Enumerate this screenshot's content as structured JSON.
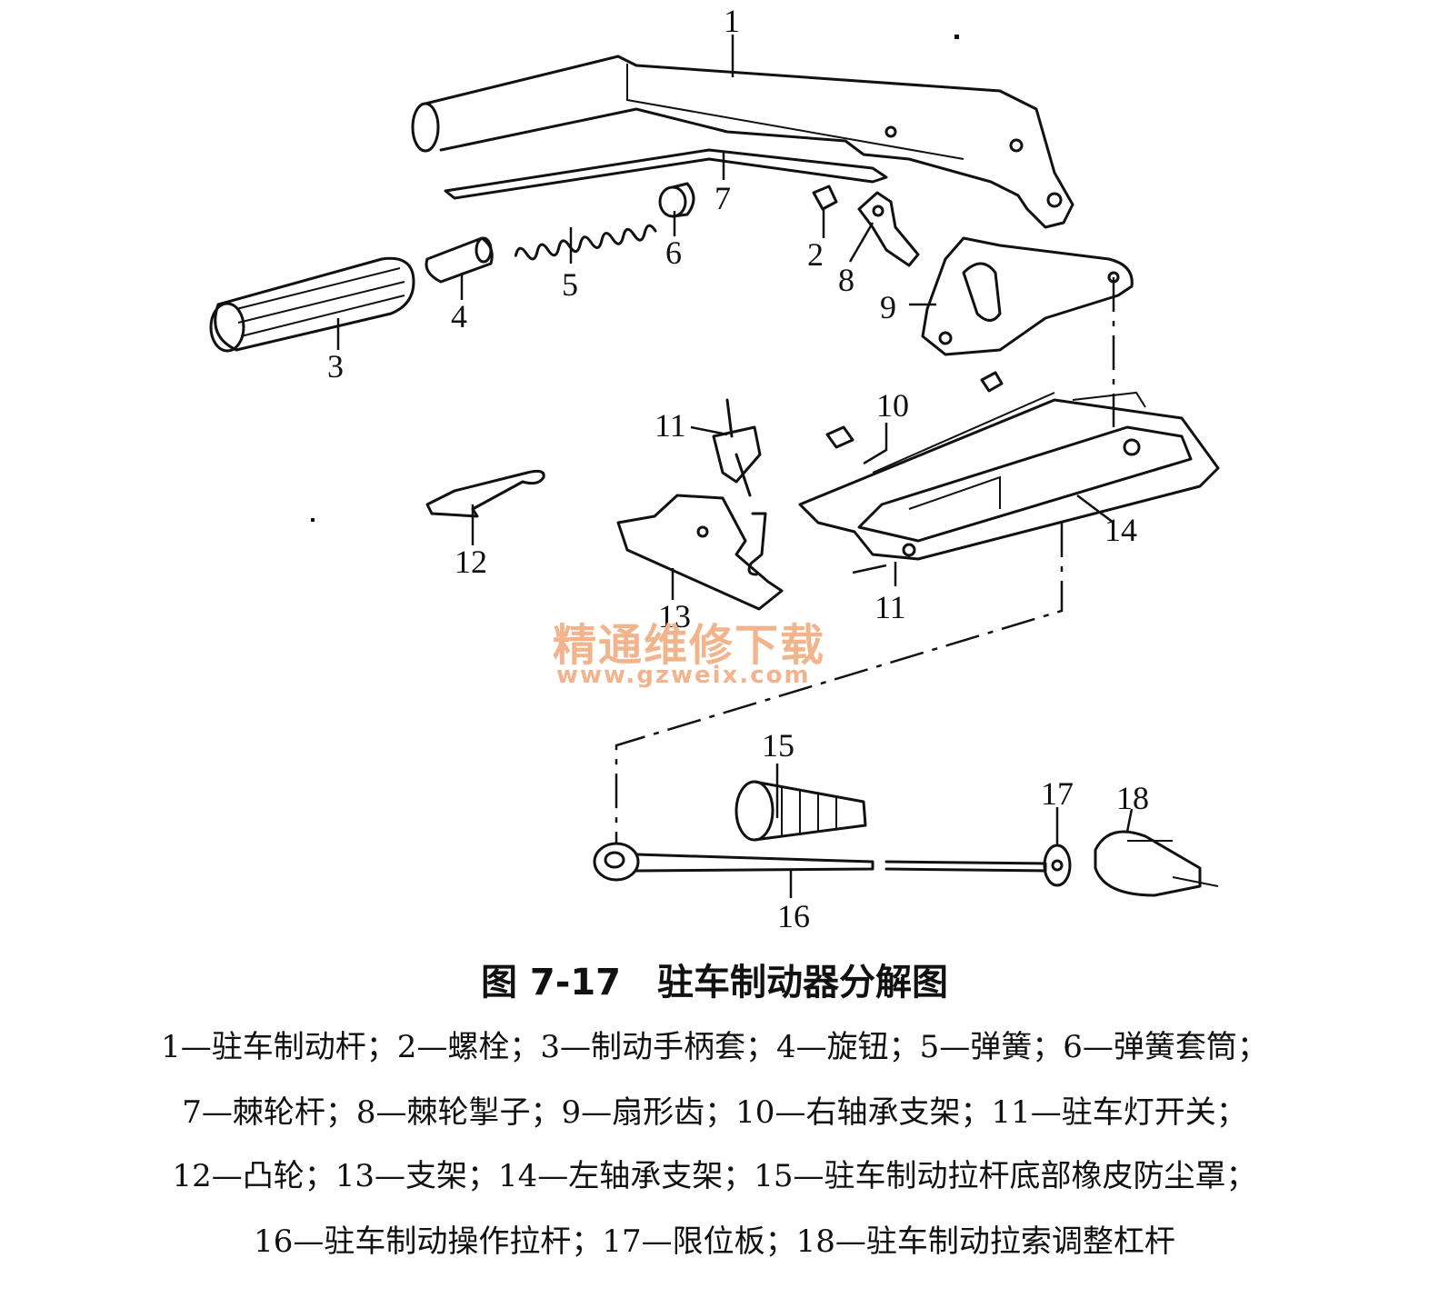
{
  "figure": {
    "caption": "图 7-17　驻车制动器分解图",
    "legend_lines": [
      "1—驻车制动杆；2—螺栓；3—制动手柄套；4—旋钮；5—弹簧；6—弹簧套筒；",
      "7—棘轮杆；8—棘轮掣子；9—扇形齿；10—右轴承支架；11—驻车灯开关；",
      "12—凸轮；13—支架；14—左轴承支架；15—驻车制动拉杆底部橡皮防尘罩；",
      "16—驻车制动操作拉杆；17—限位板；18—驻车制动拉索调整杠杆"
    ]
  },
  "callouts": [
    "1",
    "2",
    "3",
    "4",
    "5",
    "6",
    "7",
    "8",
    "9",
    "10",
    "11",
    "11",
    "12",
    "13",
    "14",
    "15",
    "16",
    "17",
    "18"
  ],
  "watermark": {
    "text": "精通维修下载",
    "url": "www.gzweix.com",
    "color": "#f2b48c"
  }
}
